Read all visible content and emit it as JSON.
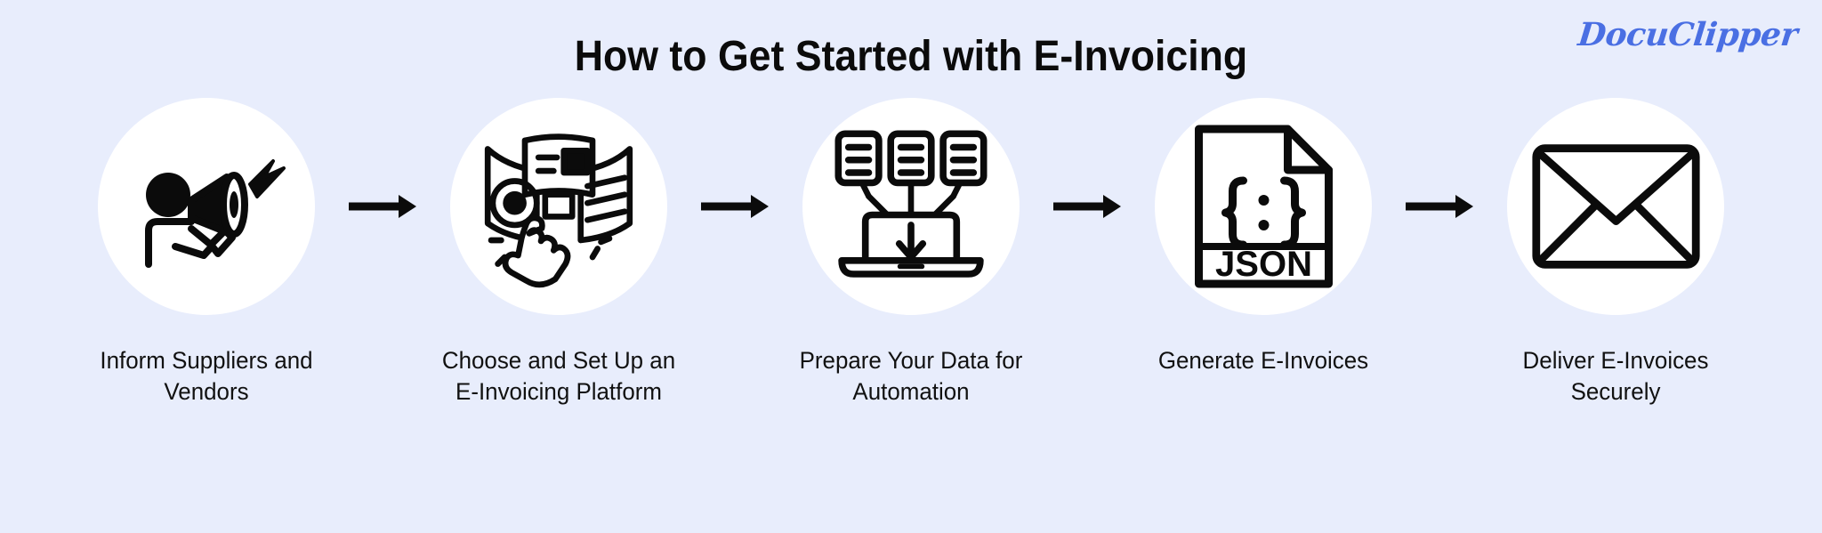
{
  "header": {
    "title": "How to Get Started with E-Invoicing",
    "logo_text": "DocuClipper",
    "logo_color": "#4a6fe3"
  },
  "theme": {
    "background": "#e8edfc",
    "circle_fill": "#ffffff",
    "ink": "#0b0b0b",
    "caption_color": "#111111"
  },
  "steps": [
    {
      "index": "1",
      "icon": "megaphone-announcement-icon",
      "caption": "Inform Suppliers and\nVendors"
    },
    {
      "index": "2",
      "icon": "carousel-platform-click-icon",
      "caption": "Choose and Set Up an\nE-Invoicing Platform"
    },
    {
      "index": "3",
      "icon": "documents-to-laptop-icon",
      "caption": "Prepare Your Data for\nAutomation"
    },
    {
      "index": "4",
      "icon": "json-file-icon",
      "caption": "Generate E-Invoices",
      "file_label": "JSON",
      "braces_label": "{ : }"
    },
    {
      "index": "5",
      "icon": "envelope-icon",
      "caption": "Deliver E-Invoices\nSecurely"
    }
  ],
  "connectors": [
    {
      "name": "arrow-1-2",
      "glyph": "right-arrow-icon"
    },
    {
      "name": "arrow-2-3",
      "glyph": "right-arrow-icon"
    },
    {
      "name": "arrow-3-4",
      "glyph": "right-arrow-icon"
    },
    {
      "name": "arrow-4-5",
      "glyph": "right-arrow-icon"
    }
  ]
}
